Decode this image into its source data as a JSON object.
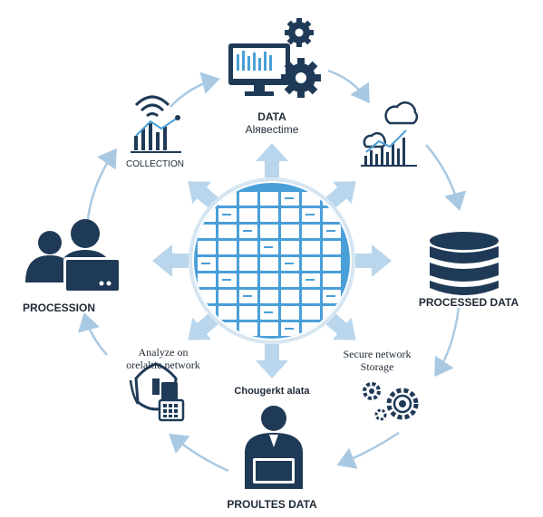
{
  "diagram": {
    "colors": {
      "dark": "#1f3a57",
      "accent": "#4a9fd8",
      "arrow_light": "#b9d6ec",
      "cycle_arrow": "#a9c9e3",
      "text": "#1f2a36"
    },
    "center": {
      "icon": "data-grid-globe-icon"
    },
    "nodes": [
      {
        "id": "top",
        "icon": "monitor-gears-icon",
        "label_line1": "DATA",
        "label_line2": "Alявесtime"
      },
      {
        "id": "upper-left",
        "icon": "wifi-signal-chart-icon",
        "label": "COLLECTION"
      },
      {
        "id": "upper-right",
        "icon": "cloud-analytics-chart-icon",
        "label": ""
      },
      {
        "id": "left",
        "icon": "users-laptop-icon",
        "label": "PROCESSION"
      },
      {
        "id": "right",
        "icon": "database-icon",
        "label": "PROCESSED DATA"
      },
      {
        "id": "lower-left",
        "icon": "shield-device-icon",
        "label_line1": "Analyzе on",
        "label_line2": "orelaltic network"
      },
      {
        "id": "bottom-center",
        "icon": "",
        "label": "Chougerkt alata"
      },
      {
        "id": "lower-right",
        "icon": "gears-storage-icon",
        "label_line1": "Secure network",
        "label_line2": "Storage"
      },
      {
        "id": "bottom",
        "icon": "person-laptop-icon",
        "label": "PROULTES DATA"
      }
    ]
  }
}
